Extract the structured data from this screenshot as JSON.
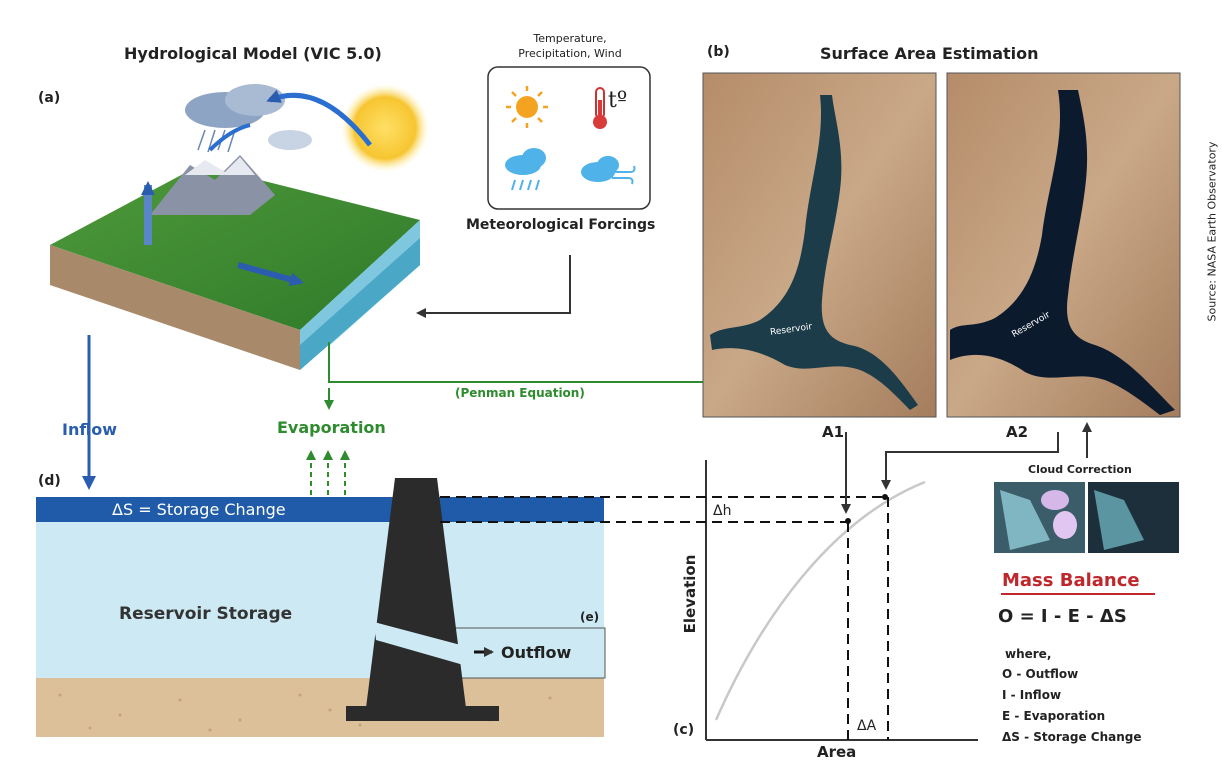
{
  "panel_a": {
    "letter": "(a)",
    "title": "Hydrological Model (VIC 5.0)"
  },
  "forcings": {
    "vars": "Temperature,\nPrecipitation, Wind",
    "vars_line1": "Temperature,",
    "vars_line2": "Precipitation, Wind",
    "label": "Meteorological Forcings"
  },
  "panel_b": {
    "letter": "(b)",
    "title": "Surface Area Estimation",
    "reservoir_label": "Reservoir",
    "image1_label": "A1",
    "image2_label": "A2",
    "source": "Source: NASA Earth Observatory"
  },
  "penman": "(Penman Equation)",
  "fluxes": {
    "inflow": "Inflow",
    "evaporation": "Evaporation",
    "outflow": "Outflow"
  },
  "panel_d": {
    "letter": "(d)",
    "storage_change": "ΔS = Storage Change",
    "storage": "Reservoir Storage"
  },
  "panel_e": {
    "letter": "(e)"
  },
  "panel_c": {
    "letter": "(c)",
    "ylabel": "Elevation",
    "xlabel": "Area",
    "dh": "Δh",
    "da": "ΔA"
  },
  "cloud": {
    "label": "Cloud Correction"
  },
  "mass_balance": {
    "title": "Mass Balance",
    "equation": "O = I - E - ΔS",
    "where": "where,",
    "defs": [
      "O  - Outflow",
      "I   - Inflow",
      "E  - Evaporation",
      "ΔS - Storage Change"
    ]
  },
  "colors": {
    "blue_arrow": "#2a5db0",
    "green_arrow": "#2e8b2e",
    "storage_change_band": "#1f5ba8",
    "reservoir_water": "#cdeaf4",
    "soil": "#dcc09a",
    "dam": "#2b2b2b",
    "mass_balance_red": "#c0272d"
  }
}
